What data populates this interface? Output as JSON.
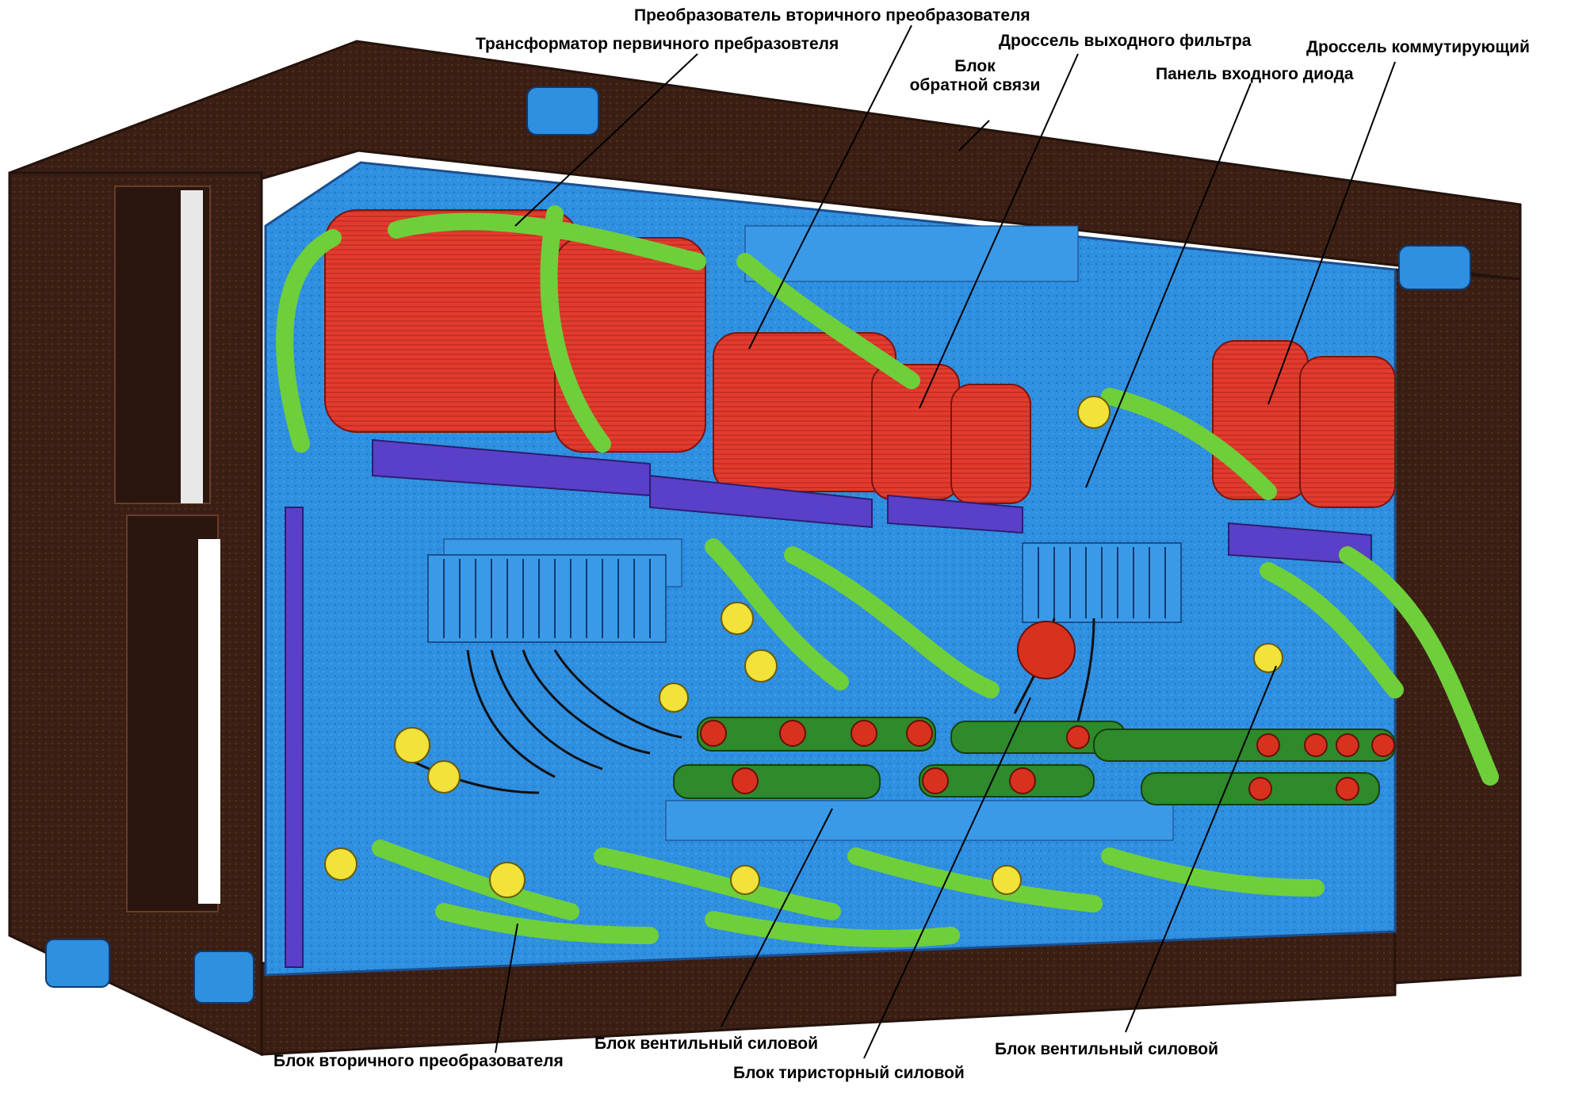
{
  "labels": {
    "secondary_converter_converter": "Преобразователь вторичного преобразователя",
    "primary_transformer": "Трансформатор первичного пребразовтеля",
    "output_filter_choke": "Дроссель выходного фильтра",
    "commutating_choke": "Дроссель коммутирующий",
    "feedback_block_line1": "Блок",
    "feedback_block_line2": "обратной связи",
    "input_diode_panel": "Панель входного диода",
    "secondary_converter_block": "Блок вторичного преобразователя",
    "rectifier_power_block_left": "Блок вентильный силовой",
    "thyristor_power_block": "Блок тиристорный силовой",
    "rectifier_power_block_right": "Блок вентильный силовой"
  },
  "colors": {
    "cabinet": "#3b1f14",
    "cabinet_edge": "#5a2f1e",
    "panel_blue": "#2f8fe0",
    "panel_blue_dark": "#1f6fc0",
    "coil_red": "#e23b2e",
    "coil_red_dark": "#b3261c",
    "wire_green": "#6ecf3a",
    "bar_violet": "#5a3fc8",
    "terminal_yellow": "#f2e23a",
    "cap_red": "#d8321f",
    "leader_line": "#000000"
  }
}
